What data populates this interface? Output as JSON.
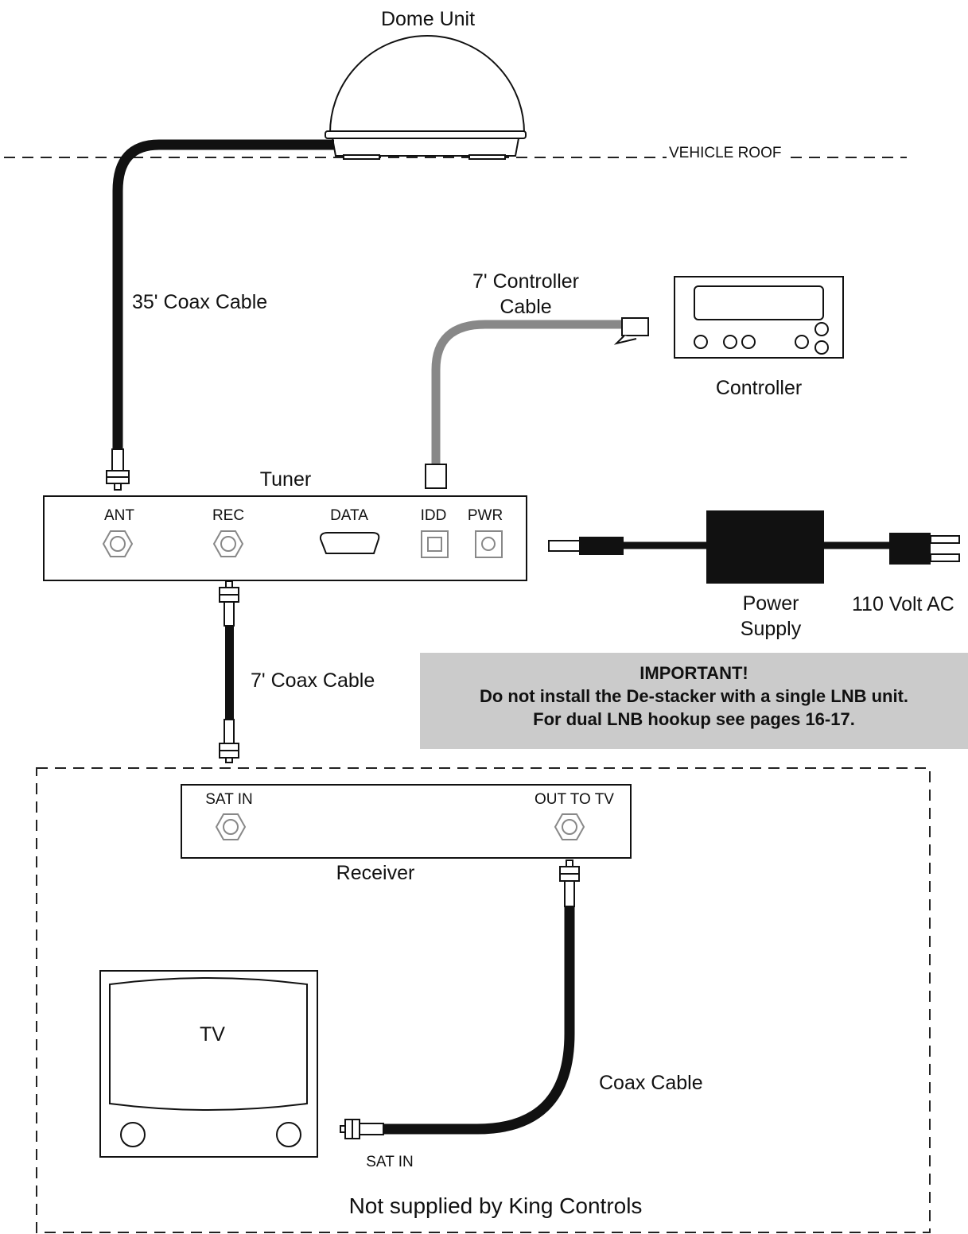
{
  "labels": {
    "dome_unit": "Dome Unit",
    "vehicle_roof": "VEHICLE ROOF",
    "coax_35": "35' Coax Cable",
    "controller_cable_line1": "7' Controller",
    "controller_cable_line2": "Cable",
    "controller": "Controller",
    "tuner": "Tuner",
    "power_supply_line1": "Power",
    "power_supply_line2": "Supply",
    "ac_110": "110 Volt AC",
    "coax_7": "7' Coax Cable",
    "receiver": "Receiver",
    "tv": "TV",
    "coax_cable": "Coax Cable",
    "tv_sat_in": "SAT IN",
    "not_supplied": "Not supplied by King Controls"
  },
  "tuner_ports": [
    "ANT",
    "REC",
    "DATA",
    "IDD",
    "PWR"
  ],
  "receiver_ports": [
    "SAT IN",
    "OUT TO TV"
  ],
  "important_note": {
    "line1": "IMPORTANT!",
    "line2": "Do not install the De-stacker with a single LNB unit.",
    "line3": "For dual LNB hookup see pages 16-17."
  }
}
